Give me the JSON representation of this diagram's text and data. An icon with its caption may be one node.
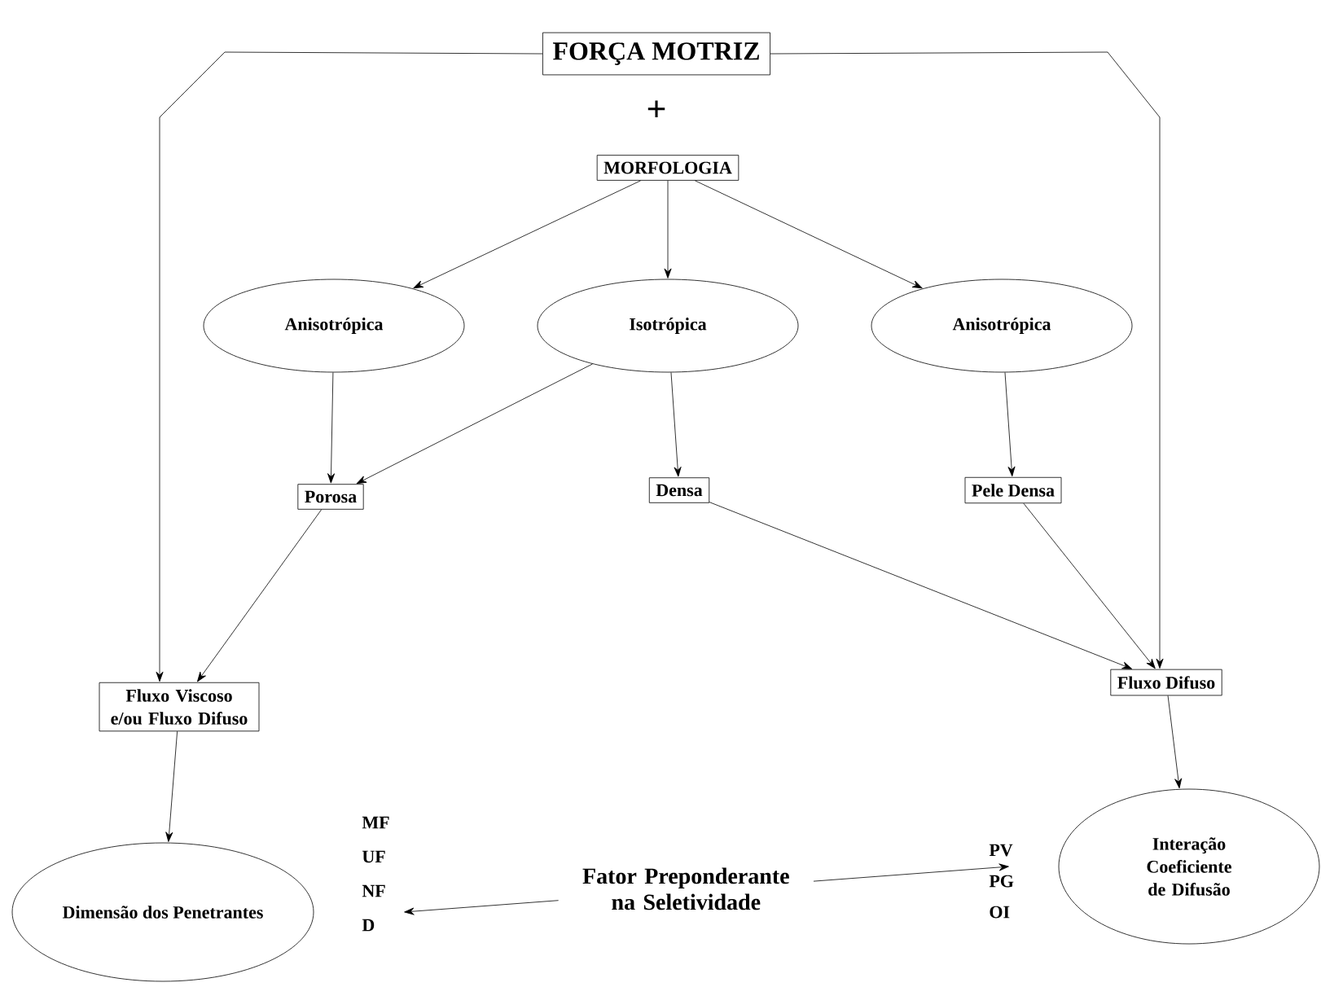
{
  "diagram": {
    "nodes": [
      {
        "text": [
          "FORÇA MOTRIZ"
        ]
      },
      {
        "text": [
          "MORFOLOGIA"
        ]
      },
      {
        "text": [
          "Anisotrópica"
        ]
      },
      {
        "text": [
          "Isotrópica"
        ]
      },
      {
        "text": [
          "Anisotrópica"
        ]
      },
      {
        "text": [
          "Porosa"
        ]
      },
      {
        "text": [
          "Densa"
        ]
      },
      {
        "text": [
          "Pele Densa"
        ]
      },
      {
        "text": [
          "Fluxo Viscoso e/ou Fluxo Difuso"
        ]
      },
      {
        "text": [
          "Fluxo Difuso"
        ]
      },
      {
        "text": [
          "Dimensão dos Penetrantes"
        ],
        "beside": [
          "MF",
          "UF",
          "NF",
          "D"
        ]
      },
      {
        "text": [
          "Interação Coeficiente de Difusão"
        ],
        "beside": [
          "PV",
          "PG",
          "OI"
        ]
      }
    ],
    "edges": [
      {
        "from": 0,
        "to": 8,
        "arrow": "to"
      },
      {
        "from": 0,
        "to": 9,
        "arrow": "to"
      },
      {
        "from": 1,
        "to": 2,
        "arrow": "to"
      },
      {
        "from": 1,
        "to": 3,
        "arrow": "to"
      },
      {
        "from": 1,
        "to": 4,
        "arrow": "to"
      },
      {
        "from": 2,
        "to": 5,
        "arrow": "to"
      },
      {
        "from": 3,
        "to": 5,
        "arrow": "to"
      },
      {
        "from": 3,
        "to": 6,
        "arrow": "to"
      },
      {
        "from": 4,
        "to": 7,
        "arrow": "to"
      },
      {
        "from": 5,
        "to": 8,
        "arrow": "to"
      },
      {
        "from": 6,
        "to": 9,
        "arrow": "to"
      },
      {
        "from": 7,
        "to": 9,
        "arrow": "to"
      },
      {
        "from": 8,
        "to": 10,
        "arrow": "to"
      },
      {
        "from": 9,
        "to": 11,
        "arrow": "to"
      },
      {
        "from": 10,
        "to": 11,
        "arrow": "both",
        "label": "Fator Preponderante na Seletividade"
      }
    ],
    "labels": [
      "+"
    ]
  }
}
